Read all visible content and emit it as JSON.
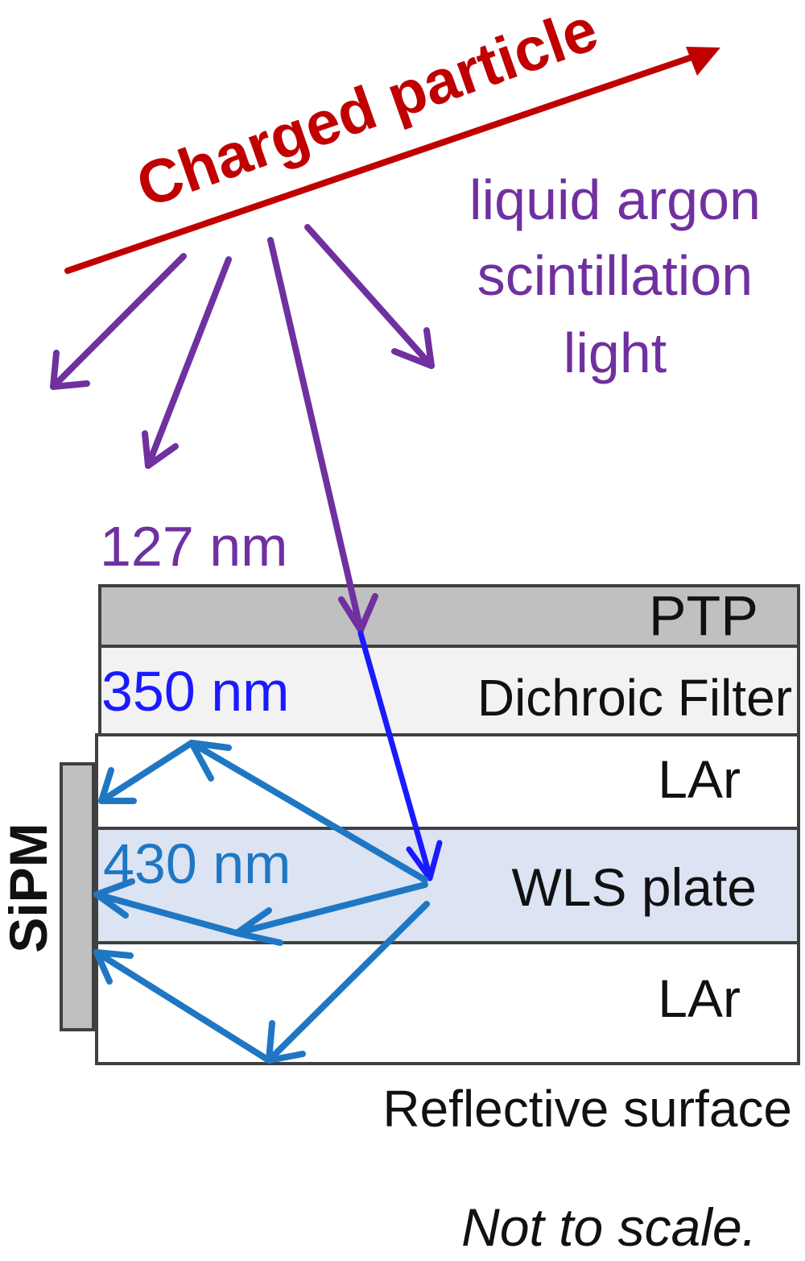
{
  "labels": {
    "charged_particle": "Charged particle",
    "scintillation_line1": "liquid argon",
    "scintillation_line2": "scintillation",
    "scintillation_line3": "light",
    "wavelength_127": "127 nm",
    "wavelength_350": "350 nm",
    "wavelength_430": "430 nm",
    "sipm": "SiPM",
    "ptp": "PTP",
    "dichroic_filter": "Dichroic Filter",
    "lar_top": "LAr",
    "wls_plate": "WLS plate",
    "lar_bottom": "LAr",
    "reflective_surface": "Reflective surface",
    "not_to_scale": "Not to scale."
  },
  "colors": {
    "particle": "#c00000",
    "scintillation": "#7030a0",
    "light_350": "#1a1aff",
    "light_430": "#1f77c4",
    "ptp_fill": "#c0c0c0",
    "dichroic_fill": "#f2f2f2",
    "wls_fill": "#dce3f2",
    "sipm_fill": "#bfbfbf",
    "outline": "#404040",
    "text": "#111111"
  }
}
